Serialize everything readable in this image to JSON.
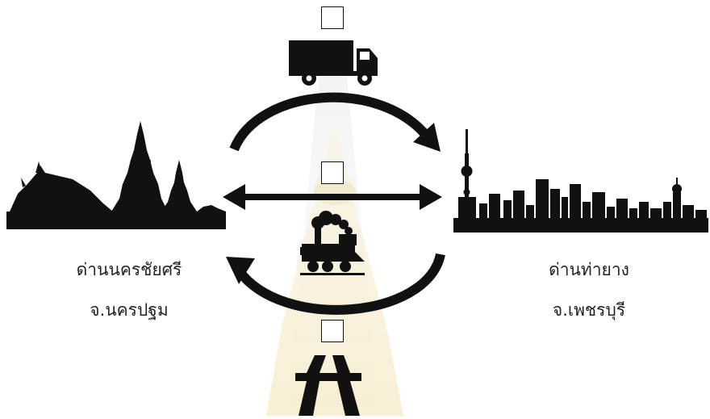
{
  "left_place": {
    "line1": "ด่านนครชัยศรี",
    "line2": "จ.นครปฐม"
  },
  "right_place": {
    "line1": "ด่านท่ายาง",
    "line2": "จ.เพชรบุรี"
  },
  "transport_modes": [
    {
      "name": "truck",
      "icon": "truck-icon"
    },
    {
      "name": "train",
      "icon": "steam-train-icon"
    },
    {
      "name": "highway",
      "icon": "highway-icon"
    }
  ],
  "colors": {
    "silhouette": "#111111",
    "arrow": "#111111",
    "watermark": "#f3e8bf"
  }
}
